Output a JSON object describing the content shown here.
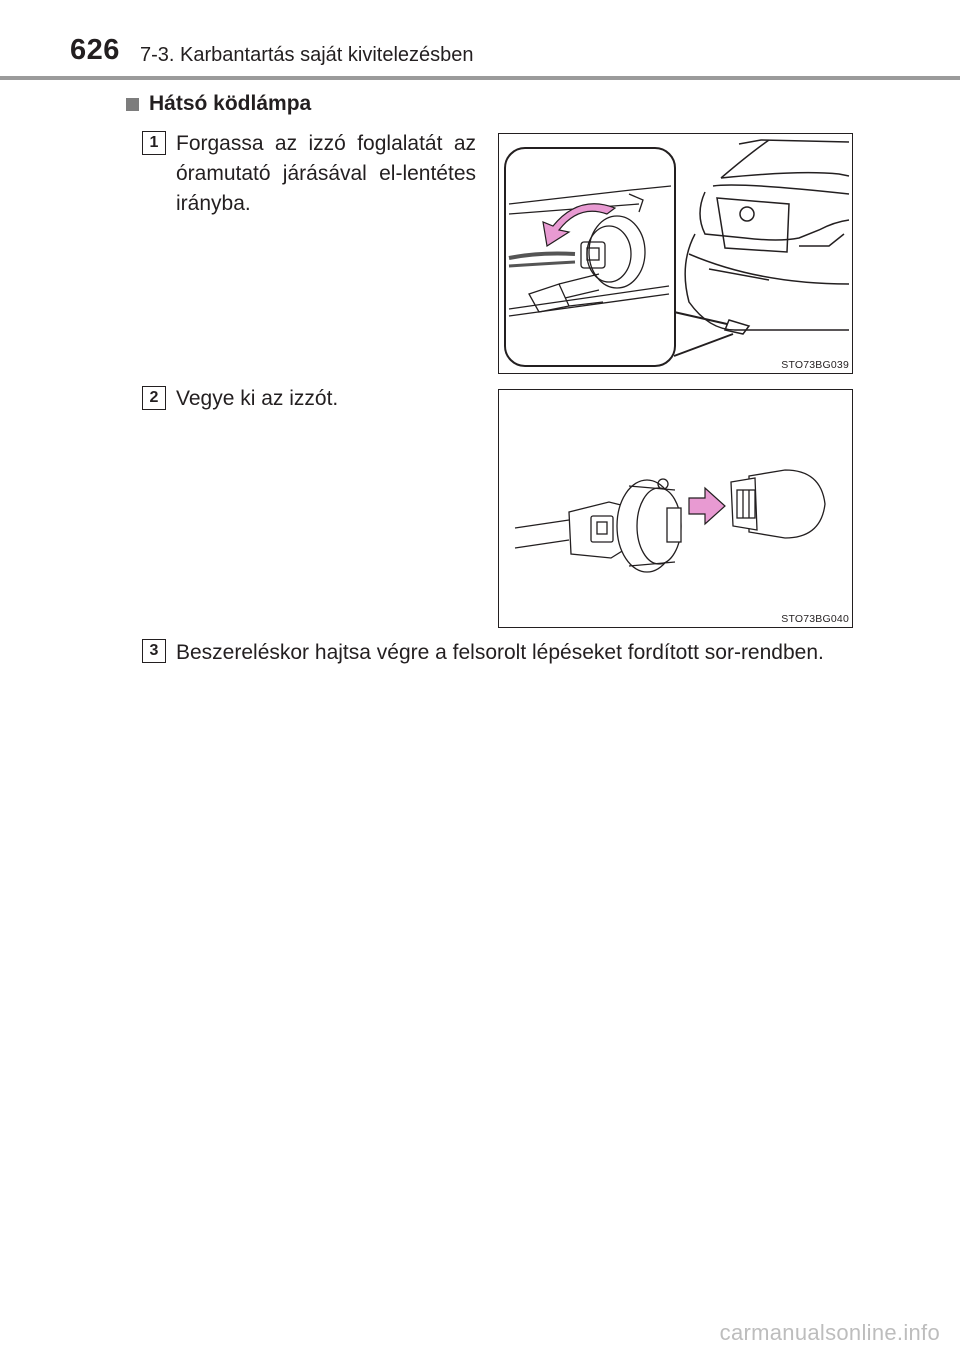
{
  "header": {
    "page_number": "626",
    "chapter_title": "7-3. Karbantartás saját kivitelezésben"
  },
  "section": {
    "title": "Hátsó ködlámpa"
  },
  "steps": [
    {
      "number": "1",
      "text": "Forgassa az izzó foglalatát az óramutató járásával el-lentétes irányba.",
      "figure_code": "STO73BG039"
    },
    {
      "number": "2",
      "text": "Vegye ki az izzót.",
      "figure_code": "STO73BG040"
    },
    {
      "number": "3",
      "text": "Beszereléskor hajtsa végre a felsorolt lépéseket fordított sor-rendben."
    }
  ],
  "footer": {
    "watermark": "carmanualsonline.info"
  },
  "colors": {
    "arrow_pink": "#e89ad2",
    "header_rule": "#9b9b9b"
  }
}
